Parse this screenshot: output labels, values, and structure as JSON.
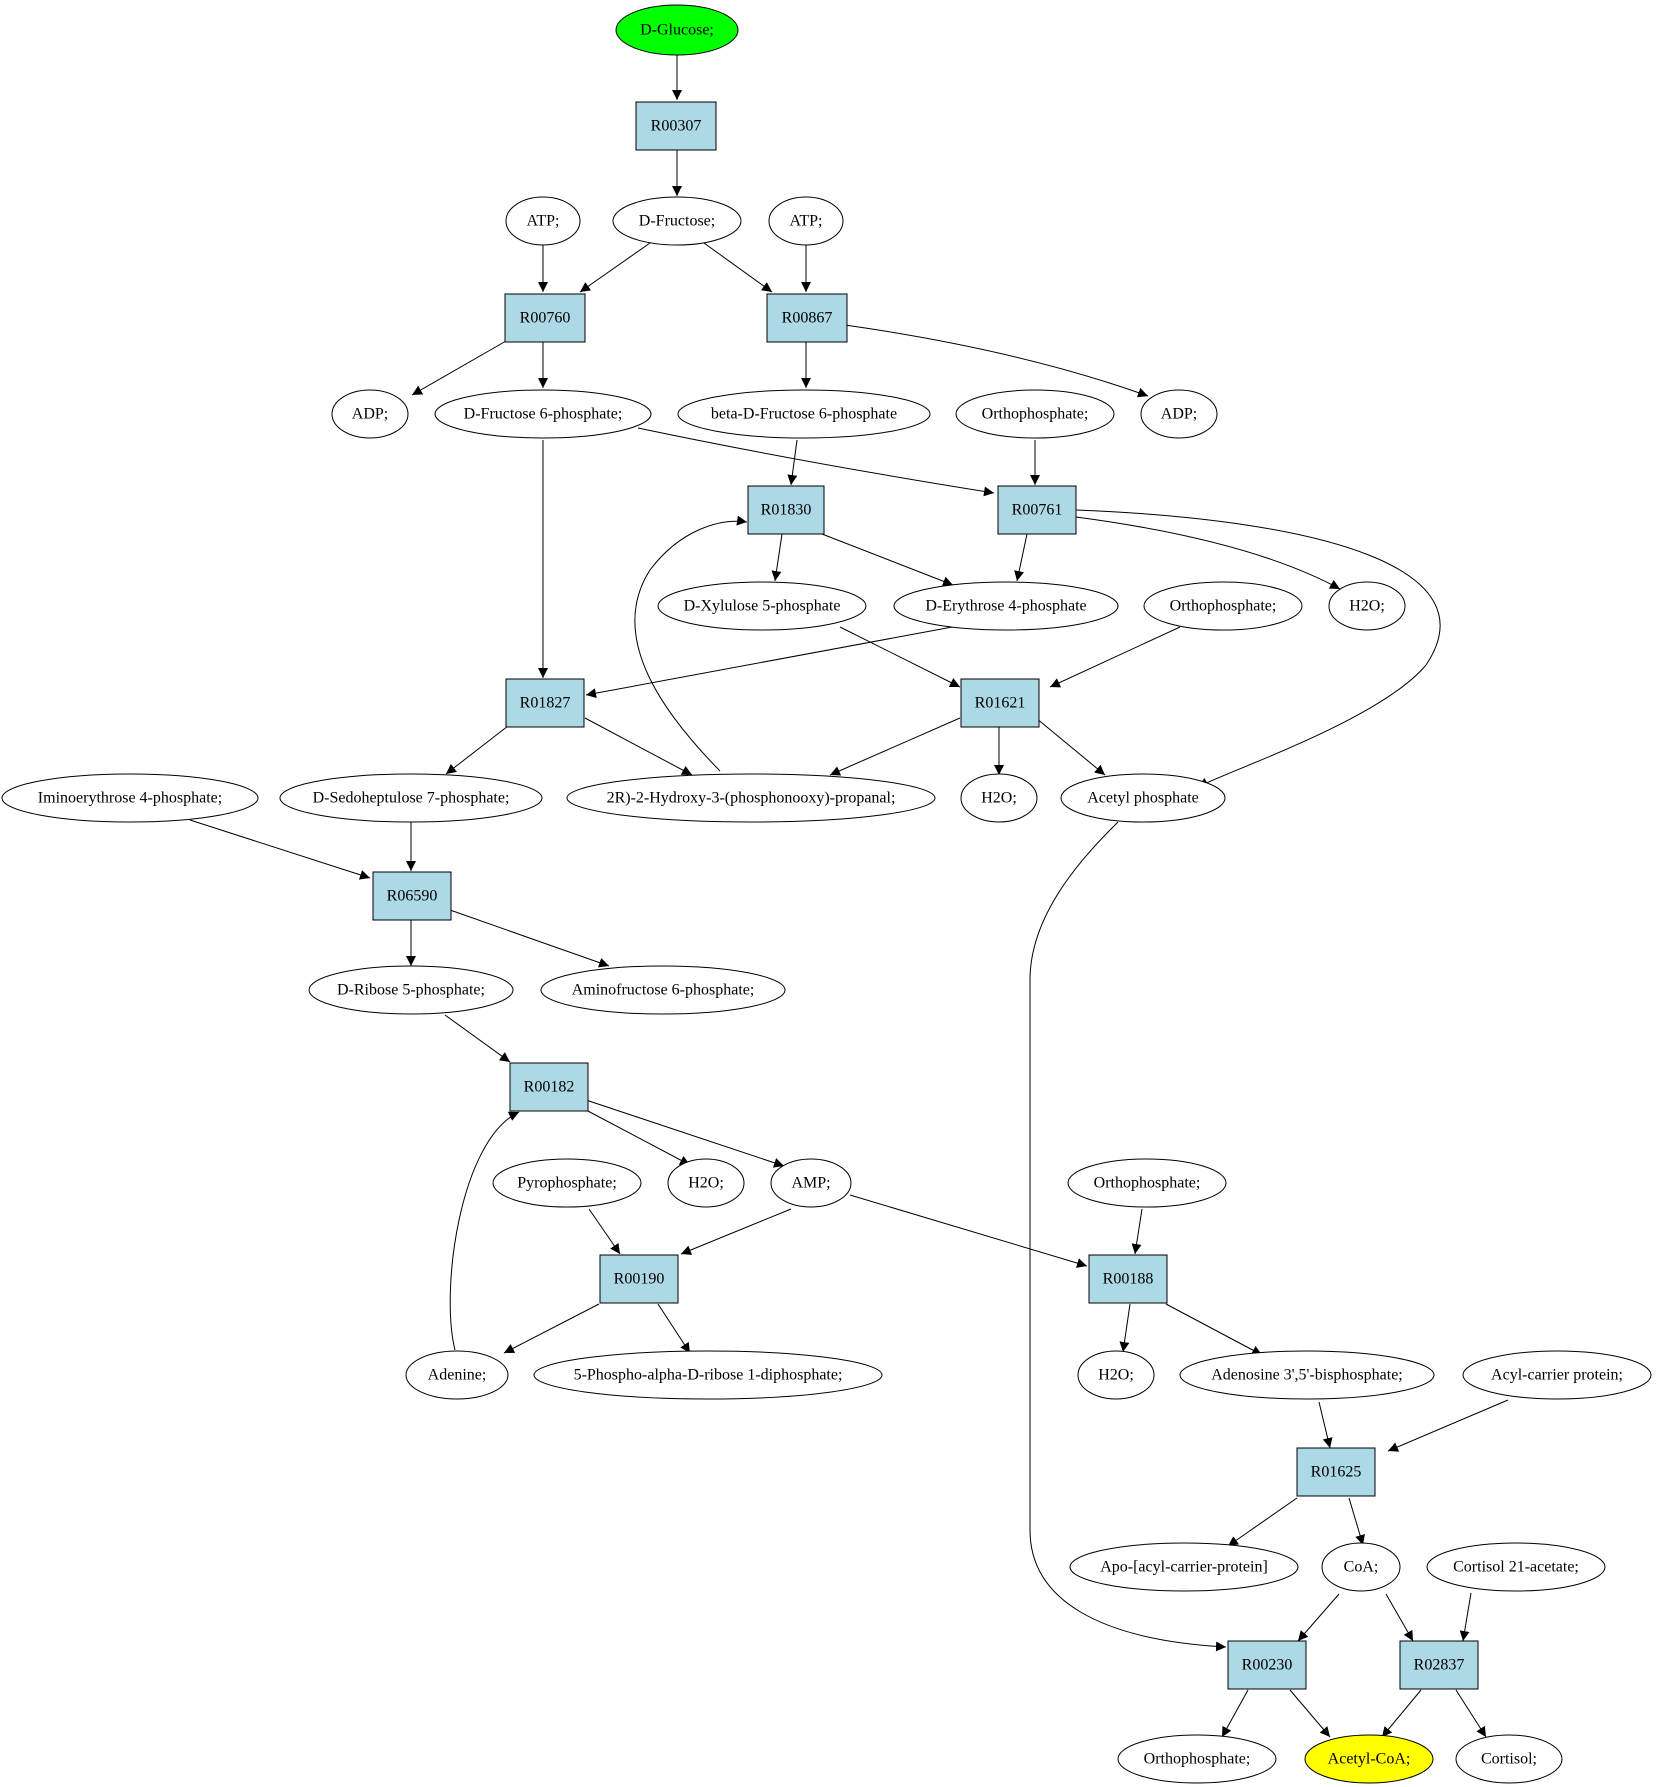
{
  "colors": {
    "start": "#00ff00",
    "target": "#ffff00",
    "compound": "#ffffff",
    "reaction": "#add8e6",
    "stroke": "#000000"
  },
  "nodes": {
    "glucose": "D-Glucose;",
    "r00307": "R00307",
    "atp1": "ATP;",
    "fructose": "D-Fructose;",
    "atp2": "ATP;",
    "r00760": "R00760",
    "r00867": "R00867",
    "adp1": "ADP;",
    "f6p": "D-Fructose 6-phosphate;",
    "bf6p": "beta-D-Fructose 6-phosphate",
    "pi1": "Orthophosphate;",
    "adp2": "ADP;",
    "r01830": "R01830",
    "r00761": "R00761",
    "x5p": "D-Xylulose 5-phosphate",
    "e4p": "D-Erythrose 4-phosphate",
    "pi2": "Orthophosphate;",
    "h2o1": "H2O;",
    "r01827": "R01827",
    "r01621": "R01621",
    "ie4p": "Iminoerythrose 4-phosphate;",
    "s7p": "D-Sedoheptulose 7-phosphate;",
    "g3p": "2R)-2-Hydroxy-3-(phosphonooxy)-propanal;",
    "h2o2": "H2O;",
    "acp": "Acetyl phosphate",
    "r06590": "R06590",
    "r5p": "D-Ribose 5-phosphate;",
    "af6p": "Aminofructose 6-phosphate;",
    "r00182": "R00182",
    "ppi": "Pyrophosphate;",
    "h2o3": "H2O;",
    "amp": "AMP;",
    "pi3": "Orthophosphate;",
    "r00190": "R00190",
    "r00188": "R00188",
    "adenine": "Adenine;",
    "prpp": "5-Phospho-alpha-D-ribose 1-diphosphate;",
    "h2o4": "H2O;",
    "pap": "Adenosine 3',5'-bisphosphate;",
    "acpprot": "Acyl-carrier protein;",
    "r01625": "R01625",
    "apoacp": "Apo-[acyl-carrier-protein]",
    "coa": "CoA;",
    "cortac": "Cortisol 21-acetate;",
    "r00230": "R00230",
    "r02837": "R02837",
    "pi4": "Orthophosphate;",
    "acetylcoa": "Acetyl-CoA;",
    "cortisol": "Cortisol;"
  }
}
